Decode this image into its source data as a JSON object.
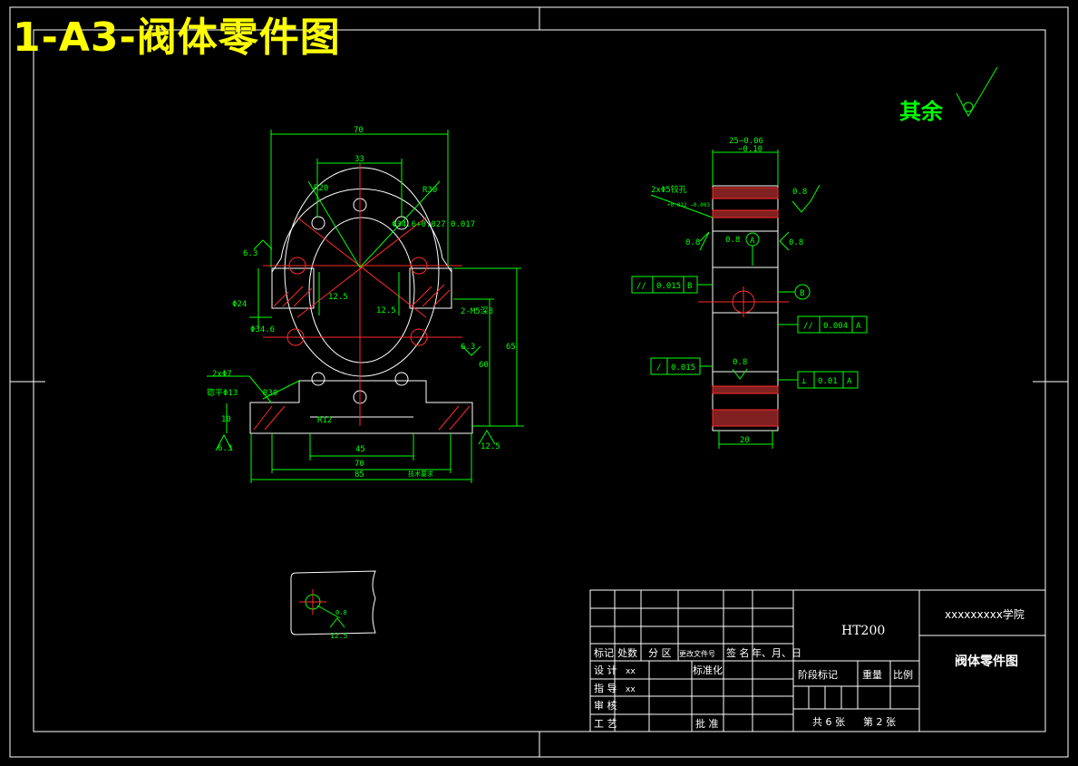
{
  "sheet": {
    "title": "1-A3-阀体零件图",
    "roughness_note": "其余"
  },
  "front_view": {
    "dims": {
      "overall_top_width": "70",
      "inner_width": "33",
      "r_top": "R30",
      "r_left": "R20",
      "bore_dia": "Φ34.6+0.027 0.017",
      "phi24": "Φ24",
      "phi34": "Φ34.6",
      "r_roughness_left": "6.3",
      "width_12_5a": "12.5",
      "width_12_5b": "12.5",
      "hole_spec": "2-M5深8",
      "rough_6_3_right": "6.3",
      "height_60": "60",
      "height_65": "65",
      "holes_spec_1": "2xΦ7",
      "holes_spec_2": "锪平Φ13",
      "r30_bottom": "R30",
      "r12": "R12",
      "h10": "10",
      "rough_6_3_bottom": "6.3",
      "rough_12_5": "12.5",
      "base_45": "45",
      "base_70": "70",
      "base_85": "85",
      "note_tech": "技术要求"
    }
  },
  "side_view": {
    "dims": {
      "top_tol_1": "25−0.06",
      "top_tol_2": "−0.10",
      "holes": "2xΦ5铰孔",
      "holes_tol": "+0.012 −0.003",
      "r08_top": "0.8",
      "r08_left": "0.8",
      "r08_mid": "0.8",
      "r08_right": "0.8",
      "datum_a": "A",
      "datum_b": "B",
      "fcf1_sym": "//",
      "fcf1_val": "0.015",
      "fcf1_ref": "B",
      "fcf2_sym": "//",
      "fcf2_val": "0.004",
      "fcf2_ref": "A",
      "fcf3_sym": "/",
      "fcf3_val": "0.015",
      "r08_low": "0.8",
      "fcf4_sym": "⊥",
      "fcf4_val": "0.01",
      "fcf4_ref": "A",
      "bottom_20": "20"
    }
  },
  "detail_view": {
    "label_a": "0.8",
    "label_b": "12.5"
  },
  "title_block": {
    "material": "HT200",
    "school": "xxxxxxxxx学院",
    "drawing_name": "阀体零件图",
    "row_headers": [
      "标记",
      "处数",
      "分 区",
      "更改文件号",
      "签 名",
      "年、月、日"
    ],
    "design": "设 计",
    "design_val": "xx",
    "standard": "标准化",
    "guide": "指 导",
    "guide_val": "xx",
    "review": "审 核",
    "process": "工 艺",
    "approve": "批 准",
    "stage_mark": "阶段标记",
    "weight": "重量",
    "scale": "比例",
    "sheets_total": "共 6 张",
    "sheet_no": "第 2 张"
  }
}
